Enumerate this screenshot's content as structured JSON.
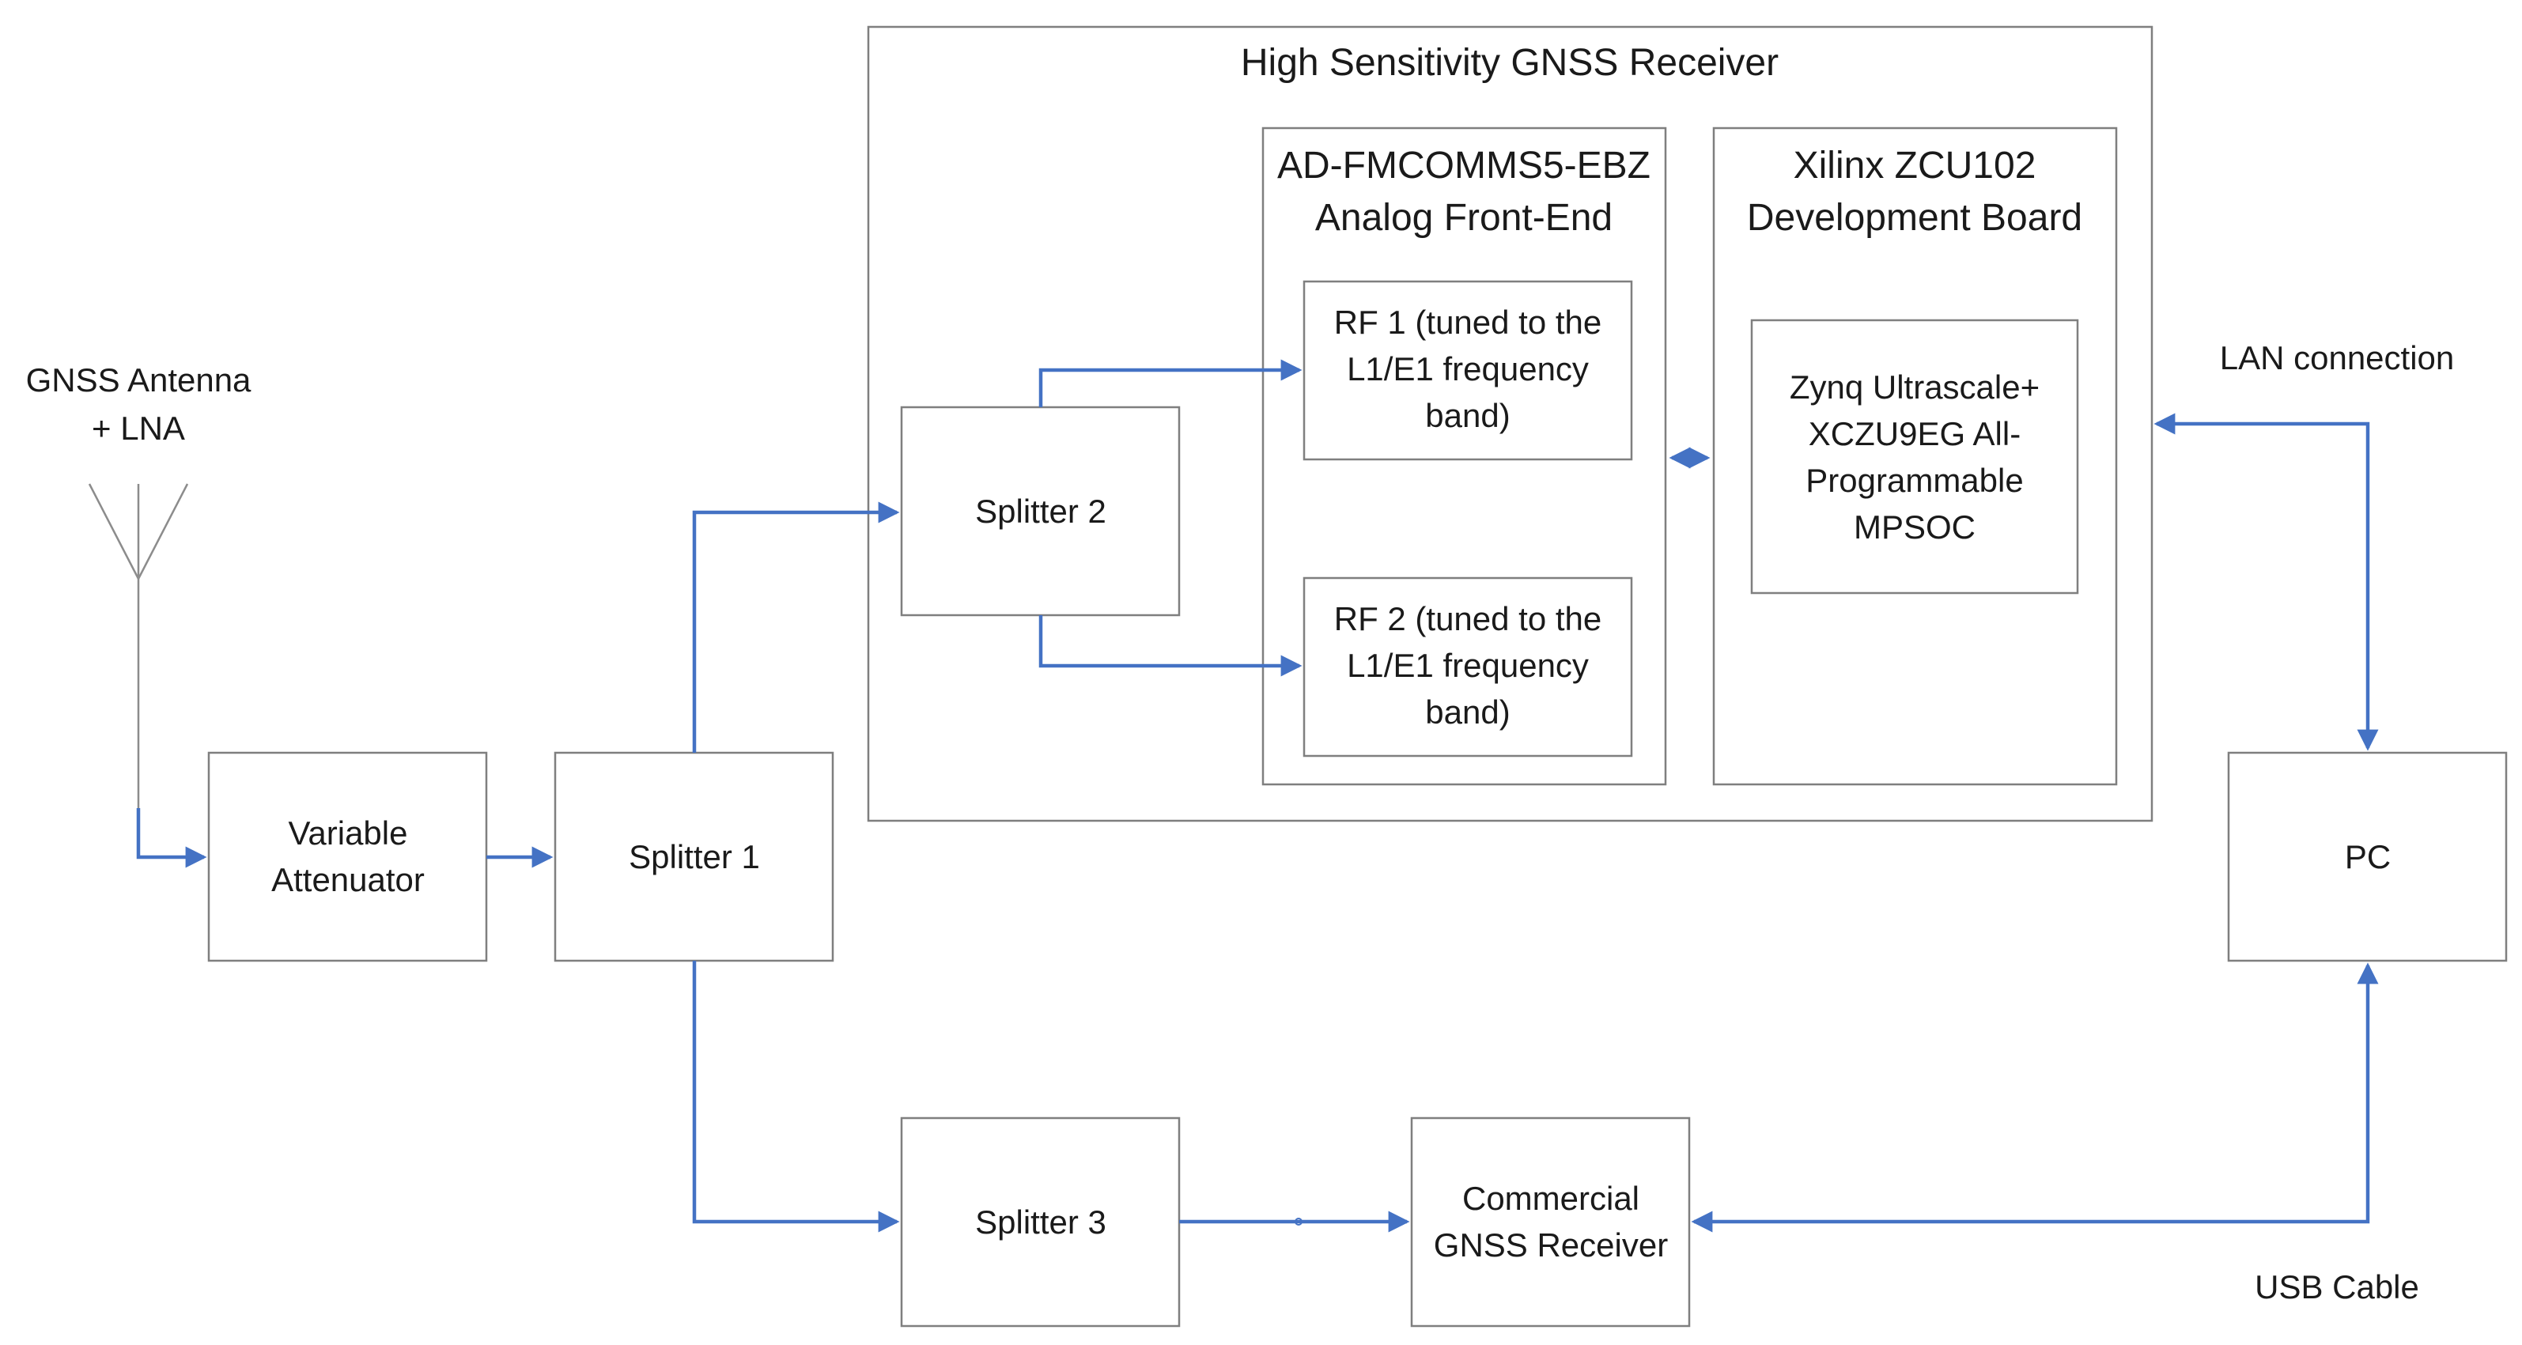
{
  "colors": {
    "connector": "#4472c4",
    "box_border": "#7f7f7f",
    "text": "#1a1a1a",
    "background": "#ffffff"
  },
  "icons": {
    "antenna": "antenna-icon"
  },
  "antenna": {
    "label_line1": "GNSS Antenna",
    "label_line2": "+ LNA"
  },
  "blocks": {
    "variable_attenuator": {
      "line1": "Variable",
      "line2": "Attenuator"
    },
    "splitter1": {
      "line1": "Splitter 1"
    },
    "splitter2": {
      "line1": "Splitter 2"
    },
    "splitter3": {
      "line1": "Splitter 3"
    },
    "commercial_receiver": {
      "line1": "Commercial",
      "line2": "GNSS Receiver"
    },
    "pc": {
      "line1": "PC"
    },
    "high_sensitivity_receiver": {
      "title": "High Sensitivity GNSS Receiver"
    },
    "analog_front_end": {
      "line1": "AD-FMCOMMS5-EBZ",
      "line2": "Analog Front-End"
    },
    "rf1": {
      "line1": "RF 1 (tuned to the",
      "line2": "L1/E1 frequency",
      "line3": "band)"
    },
    "rf2": {
      "line1": "RF 2 (tuned to the",
      "line2": "L1/E1 frequency",
      "line3": "band)"
    },
    "dev_board": {
      "line1": "Xilinx ZCU102",
      "line2": "Development Board"
    },
    "mpsoc": {
      "line1": "Zynq Ultrascale+",
      "line2": "XCZU9EG All-",
      "line3": "Programmable",
      "line4": "MPSOC"
    }
  },
  "connections": {
    "lan_label": "LAN connection",
    "usb_label": "USB Cable"
  }
}
